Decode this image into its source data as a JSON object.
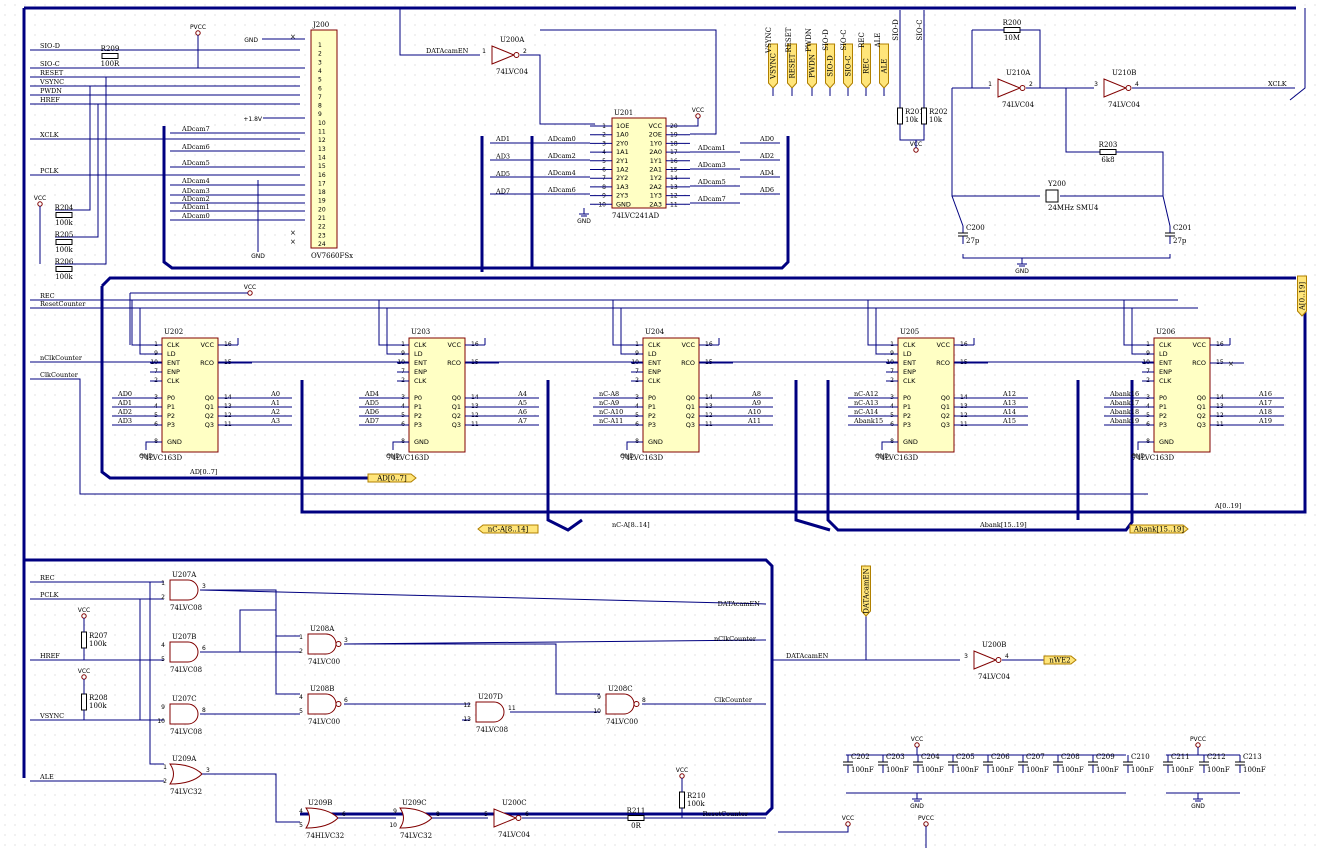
{
  "colors": {
    "wire": "#000080",
    "bus": "#000080",
    "chip_fill": "#ffffc4",
    "chip_stroke": "#800000",
    "port_fill": "#ffe57a",
    "port_stroke": "#b08000",
    "text": "#000000"
  },
  "power": {
    "pvcc": "PVCC",
    "vcc": "VCC",
    "gnd": "GND",
    "v18": "+1.8V"
  },
  "sensor": {
    "ref": "J200",
    "part": "OV7660FSx",
    "pins": [
      "1",
      "2",
      "3",
      "4",
      "5",
      "6",
      "7",
      "8",
      "9",
      "10",
      "11",
      "12",
      "13",
      "14",
      "15",
      "16",
      "17",
      "18",
      "19",
      "20",
      "21",
      "22",
      "23",
      "24"
    ]
  },
  "left_nets": [
    "SIO-D",
    "SIO-C",
    "RESET",
    "VSYNC",
    "PWDN",
    "HREF",
    "XCLK",
    "PCLK"
  ],
  "adcam_nets": [
    "ADcam7",
    "ADcam6",
    "ADcam5",
    "ADcam4",
    "ADcam3",
    "ADcam2",
    "ADcam1",
    "ADcam0"
  ],
  "resistors": [
    {
      "ref": "R209",
      "val": "100R"
    },
    {
      "ref": "R204",
      "val": "100k"
    },
    {
      "ref": "R205",
      "val": "100k"
    },
    {
      "ref": "R206",
      "val": "100k"
    },
    {
      "ref": "R200",
      "val": "10M"
    },
    {
      "ref": "R201",
      "val": "10k"
    },
    {
      "ref": "R202",
      "val": "10k"
    },
    {
      "ref": "R203",
      "val": "6k8"
    },
    {
      "ref": "R207",
      "val": "100k"
    },
    {
      "ref": "R208",
      "val": "100k"
    },
    {
      "ref": "R210",
      "val": "100k"
    },
    {
      "ref": "R211",
      "val": "0R"
    }
  ],
  "buffer_u201": {
    "ref": "U201",
    "part": "74LVC241AD",
    "left_names": [
      "1OE",
      "1A0",
      "2Y0",
      "1A1",
      "2Y1",
      "1A2",
      "2Y2",
      "1A3",
      "2Y3",
      "GND"
    ],
    "left_pins": [
      "1",
      "2",
      "3",
      "4",
      "5",
      "6",
      "7",
      "8",
      "9",
      "10"
    ],
    "right_names": [
      "VCC",
      "2OE",
      "1Y0",
      "2A0",
      "1Y1",
      "2A1",
      "1Y2",
      "2A2",
      "1Y3",
      "2A3"
    ],
    "right_pins": [
      "20",
      "19",
      "18",
      "17",
      "16",
      "15",
      "14",
      "13",
      "12",
      "11"
    ],
    "in_nets": [
      "ADcam0",
      "ADcam2",
      "ADcam4",
      "ADcam6"
    ],
    "out_nets": [
      "ADcam1",
      "ADcam3",
      "ADcam5",
      "ADcam7"
    ],
    "ad_left": [
      "AD1",
      "AD3",
      "AD5",
      "AD7"
    ],
    "ad_right": [
      "AD0",
      "AD2",
      "AD4",
      "AD6"
    ]
  },
  "gate_u200a": {
    "ref": "U200A",
    "part": "74LVC04",
    "net": "DATAcamEN"
  },
  "port_top": [
    "VSYNC",
    "RESET",
    "PWDN",
    "SIO-D",
    "SIO-C",
    "REC",
    "ALE"
  ],
  "port_top_plain": [
    "SIO-D",
    "SIO-C"
  ],
  "osc": {
    "u210a": "U210A",
    "u210b": "U210B",
    "part": "74LVC04",
    "xtal_ref": "Y200",
    "xtal_val": "24MHz SMU4",
    "c200": "C200",
    "c201": "C201",
    "cap_val": "27p",
    "xclk": "XCLK"
  },
  "control_nets": [
    "REC",
    "ResetCounter",
    "nClkCounter",
    "ClkCounter"
  ],
  "counters": [
    {
      "ref": "U202",
      "part": "74LVC163D",
      "ins": [
        "AD0",
        "AD1",
        "AD2",
        "AD3"
      ],
      "outs": [
        "A0",
        "A1",
        "A2",
        "A3"
      ]
    },
    {
      "ref": "U203",
      "part": "74LVC163D",
      "ins": [
        "AD4",
        "AD5",
        "AD6",
        "AD7"
      ],
      "outs": [
        "A4",
        "A5",
        "A6",
        "A7"
      ]
    },
    {
      "ref": "U204",
      "part": "74LVC163D",
      "ins": [
        "nC-A8",
        "nC-A9",
        "nC-A10",
        "nC-A11"
      ],
      "outs": [
        "A8",
        "A9",
        "A10",
        "A11"
      ]
    },
    {
      "ref": "U205",
      "part": "74LVC163D",
      "ins": [
        "nC-A12",
        "nC-A13",
        "nC-A14",
        "Abank15"
      ],
      "outs": [
        "A12",
        "A13",
        "A14",
        "A15"
      ]
    },
    {
      "ref": "U206",
      "part": "74LVC163D",
      "ins": [
        "Abank16",
        "Abank17",
        "Abank18",
        "Abank19"
      ],
      "outs": [
        "A16",
        "A17",
        "A18",
        "A19"
      ]
    }
  ],
  "counter_pins": {
    "left_names": [
      "CLK",
      "LD",
      "ENT",
      "ENP",
      "CLK",
      "P0",
      "P1",
      "P2",
      "P3",
      "GND"
    ],
    "left_nums": [
      "1",
      "9",
      "10",
      "7",
      "2",
      "3",
      "4",
      "5",
      "6",
      "8"
    ],
    "right_names": [
      "VCC",
      "RCO",
      "Q0",
      "Q1",
      "Q2",
      "Q3"
    ],
    "right_nums": [
      "16",
      "15",
      "14",
      "13",
      "12",
      "11"
    ]
  },
  "bus_ports": {
    "ad": "AD[0..7]",
    "nca": "nC-A[8..14]",
    "abank": "Abank[15..19]",
    "a": "A[0..19]"
  },
  "bus_labels": {
    "ad": "AD[0..7]",
    "nca": "nC-A[8..14]",
    "abank": "Abank[15..19]",
    "a": "A[0..19]"
  },
  "logic": {
    "u207a": "U207A",
    "u207b": "U207B",
    "u207c": "U207C",
    "u207d": "U207D",
    "and_part": "74LVC08",
    "u208a": "U208A",
    "u208b": "U208B",
    "u208c": "U208C",
    "nand_part": "74LVC00",
    "u209a": "U209A",
    "u209b": "U209B",
    "u209c": "U209C",
    "or_part": "74LVC32",
    "or_part_b": "74HLVC32",
    "u200b": "U200B",
    "u200c": "U200C",
    "inv_part": "74LVC04",
    "in_nets": [
      "REC",
      "PCLK",
      "HREF",
      "VSYNC",
      "ALE"
    ],
    "out_nets": [
      "DATAcamEN",
      "nClkCounter",
      "ClkCounter",
      "ResetCounter"
    ],
    "datacamen": "DATAcamEN",
    "nwe2": "nWE2"
  },
  "decoupling": {
    "vcc_caps": [
      "C202",
      "C203",
      "C204",
      "C205",
      "C206",
      "C207",
      "C208",
      "C209",
      "C210"
    ],
    "pvcc_caps": [
      "C211",
      "C212",
      "C213"
    ],
    "val": "100nF"
  }
}
